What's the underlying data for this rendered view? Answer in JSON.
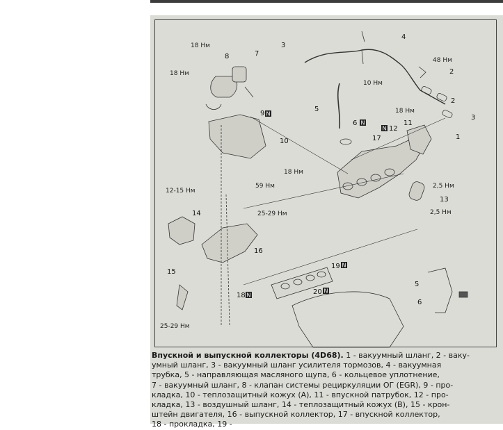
{
  "torque_labels": {
    "t18a": "18 Нм",
    "t18b": "18 Нм",
    "t10": "10 Нм",
    "t48": "48 Нм",
    "t18c": "18 Нм",
    "t18d": "18 Нм",
    "t59": "59 Нм",
    "t1215": "12-15 Нм",
    "t2529a": "25-29 Нм",
    "t25a": "2,5 Нм",
    "t25b": "2,5 Нм",
    "t2529b": "25-29 Нм"
  },
  "part_numbers": {
    "p1": "1",
    "p2a": "2",
    "p2b": "2",
    "p3a": "3",
    "p3b": "3",
    "p4": "4",
    "p5a": "5",
    "p5b": "5",
    "p6a": "6",
    "p6b": "6",
    "p7": "7",
    "p8": "8",
    "p9": "9",
    "p10": "10",
    "p11": "11",
    "p12": "12",
    "p13": "13",
    "p14": "14",
    "p15": "15",
    "p16": "16",
    "p17": "17",
    "p18": "18",
    "p19": "19",
    "p20": "20"
  },
  "new_part_mark": "N",
  "caption": {
    "title": "Впускной и выпускной коллекторы (4D68).",
    "lines": [
      " 1 - вакуумный шланг, 2 - ваку-",
      "умный шланг, 3 - вакуумный шланг усилителя тормозов, 4 - вакуумная",
      "трубка, 5 - направляющая масляного щупа, 6 - кольцевое уплотнение,",
      "7 - вакуумный шланг, 8 - клапан системы рециркуляции ОГ (EGR), 9 - про-",
      "кладка, 10 - теплозащитный кожух (А), 11 - впускной патрубок, 12 - про-",
      "кладка, 13 - воздушный шланг, 14 - теплозащитный кожух (В), 15 - крон-",
      "штейн двигателя, 16 - выпускной коллектор, 17 - впускной коллектор,",
      "18 - прокладка, 19 -"
    ]
  }
}
